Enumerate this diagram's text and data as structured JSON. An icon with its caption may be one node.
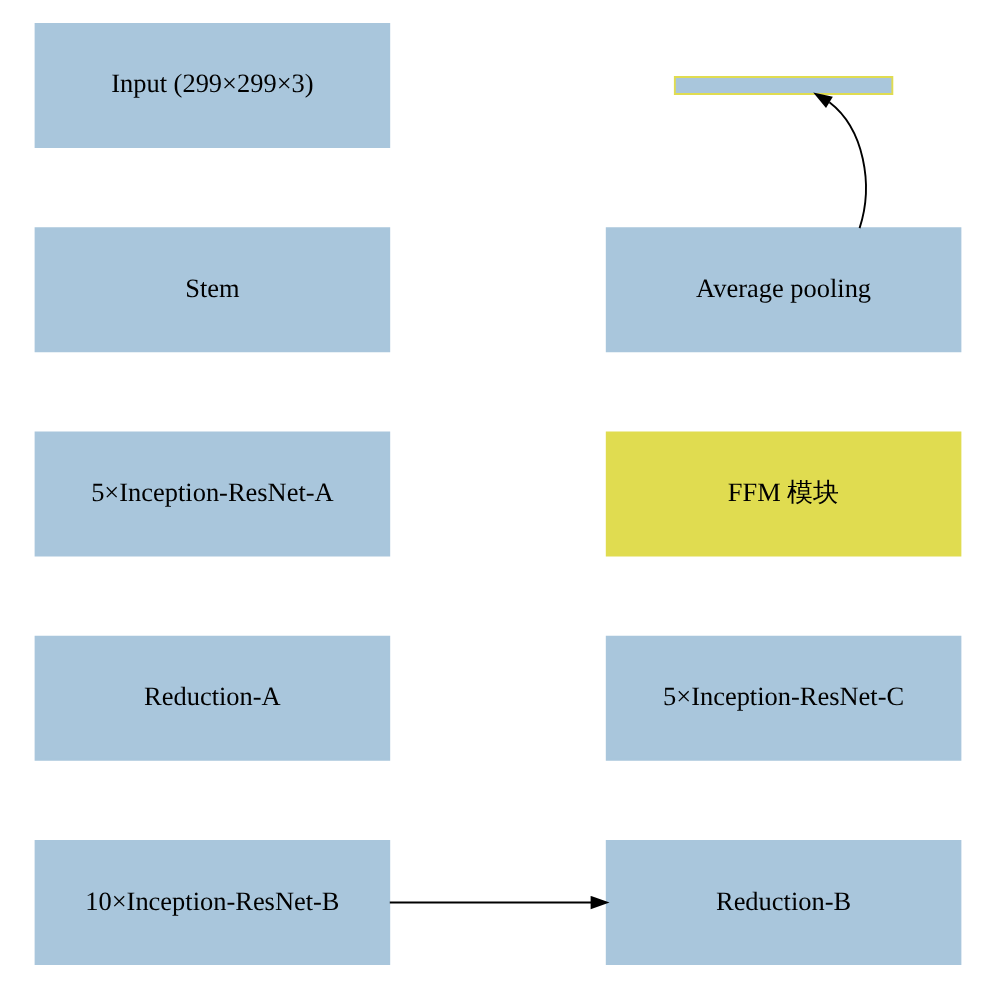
{
  "diagram": {
    "nodes": [
      {
        "text": [
          "Input (299×299×3)"
        ]
      },
      {
        "text": [
          "Stem"
        ]
      },
      {
        "text": [
          "5×Inception-ResNet-A"
        ]
      },
      {
        "text": [
          "Reduction-A"
        ]
      },
      {
        "text": [
          "10×Inception-ResNet-B"
        ]
      },
      {
        "text": [],
        "shape": "bar"
      },
      {
        "text": [
          "Average pooling"
        ]
      },
      {
        "text": [
          "FFM 模块"
        ]
      },
      {
        "text": [
          "5×Inception-ResNet-C"
        ]
      },
      {
        "text": [
          "Reduction-B"
        ]
      }
    ],
    "edges": [
      {
        "from": 4,
        "to": 9,
        "arrow": "to"
      },
      {
        "from": 6,
        "to": 5,
        "arrow": "to"
      }
    ]
  }
}
